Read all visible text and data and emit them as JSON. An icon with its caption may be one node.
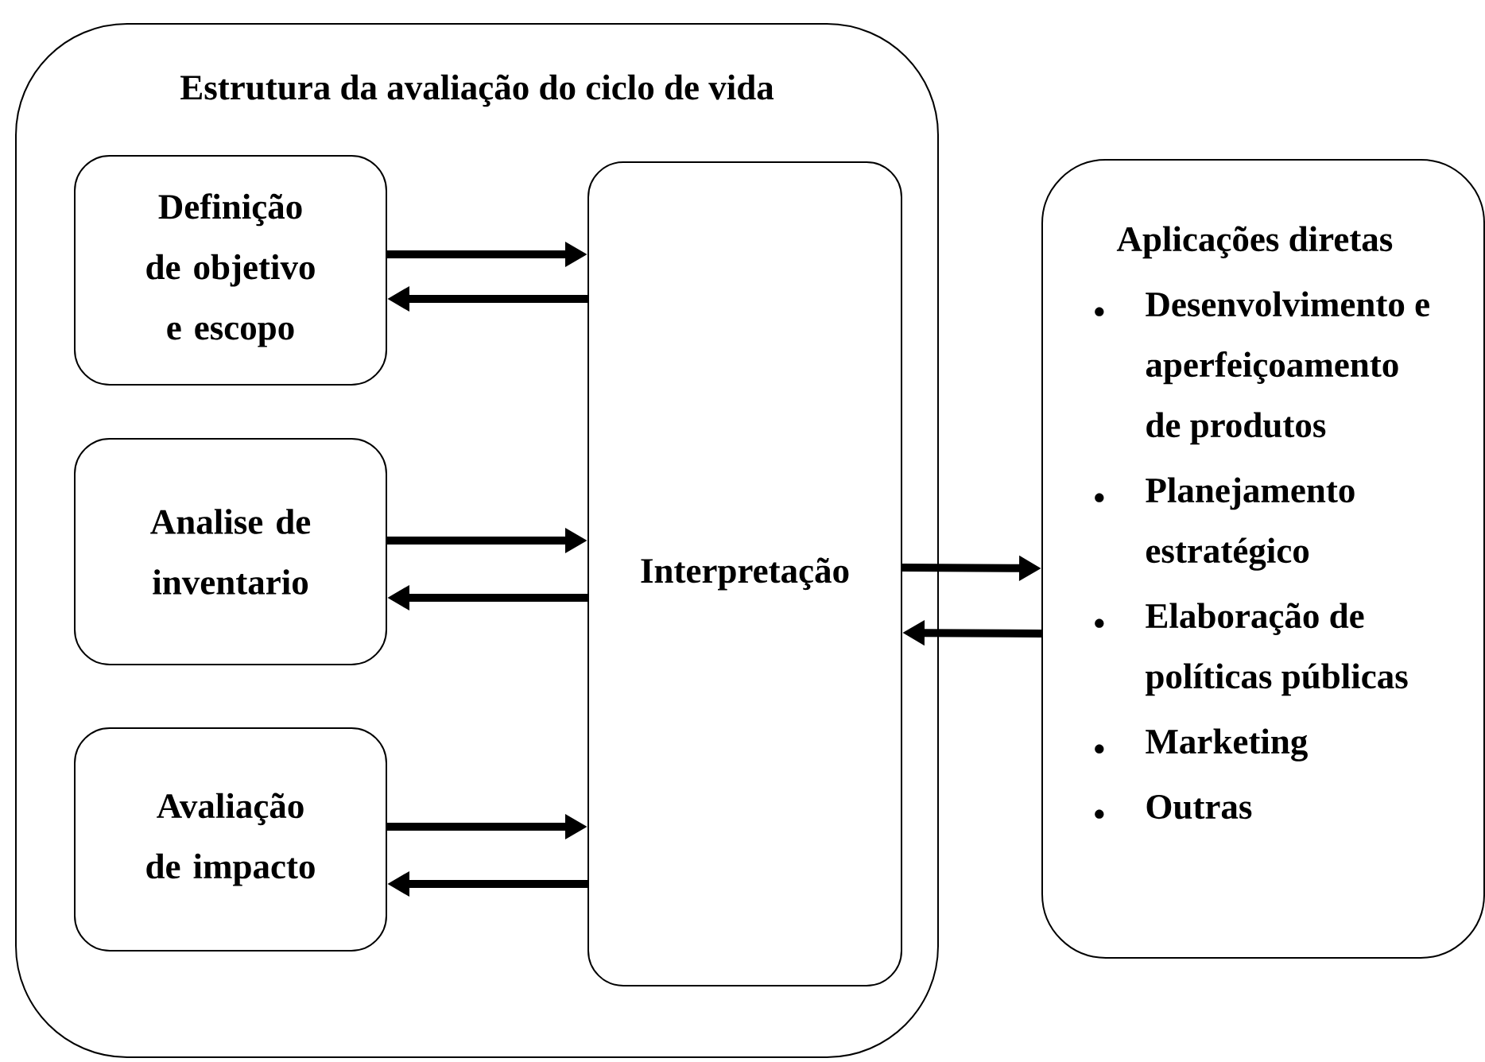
{
  "diagram": {
    "nodes": [
      {
        "text": [
          "Estrutura da avaliação do ciclo de vida"
        ]
      },
      {
        "text": [
          "Definição de objetivo e escopo"
        ],
        "in": 0
      },
      {
        "text": [
          "Analise de inventario"
        ],
        "in": 0
      },
      {
        "text": [
          "Avaliação de impacto"
        ],
        "in": 0
      },
      {
        "text": [
          "Interpretação"
        ],
        "in": 0
      },
      {
        "text": [
          "Aplicações diretas",
          "Desenvolvimento e aperfeiçoamento de produtos",
          "Planejamento estratégico",
          "Elaboração de políticas públicas",
          "Marketing",
          "Outras"
        ]
      }
    ],
    "edges": [
      {
        "from": 1,
        "to": 4,
        "arrow": "to"
      },
      {
        "from": 4,
        "to": 1,
        "arrow": "to"
      },
      {
        "from": 2,
        "to": 4,
        "arrow": "to"
      },
      {
        "from": 4,
        "to": 2,
        "arrow": "to"
      },
      {
        "from": 3,
        "to": 4,
        "arrow": "to"
      },
      {
        "from": 4,
        "to": 3,
        "arrow": "to"
      },
      {
        "from": 4,
        "to": 5,
        "arrow": "to"
      },
      {
        "from": 5,
        "to": 4,
        "arrow": "to"
      }
    ]
  }
}
